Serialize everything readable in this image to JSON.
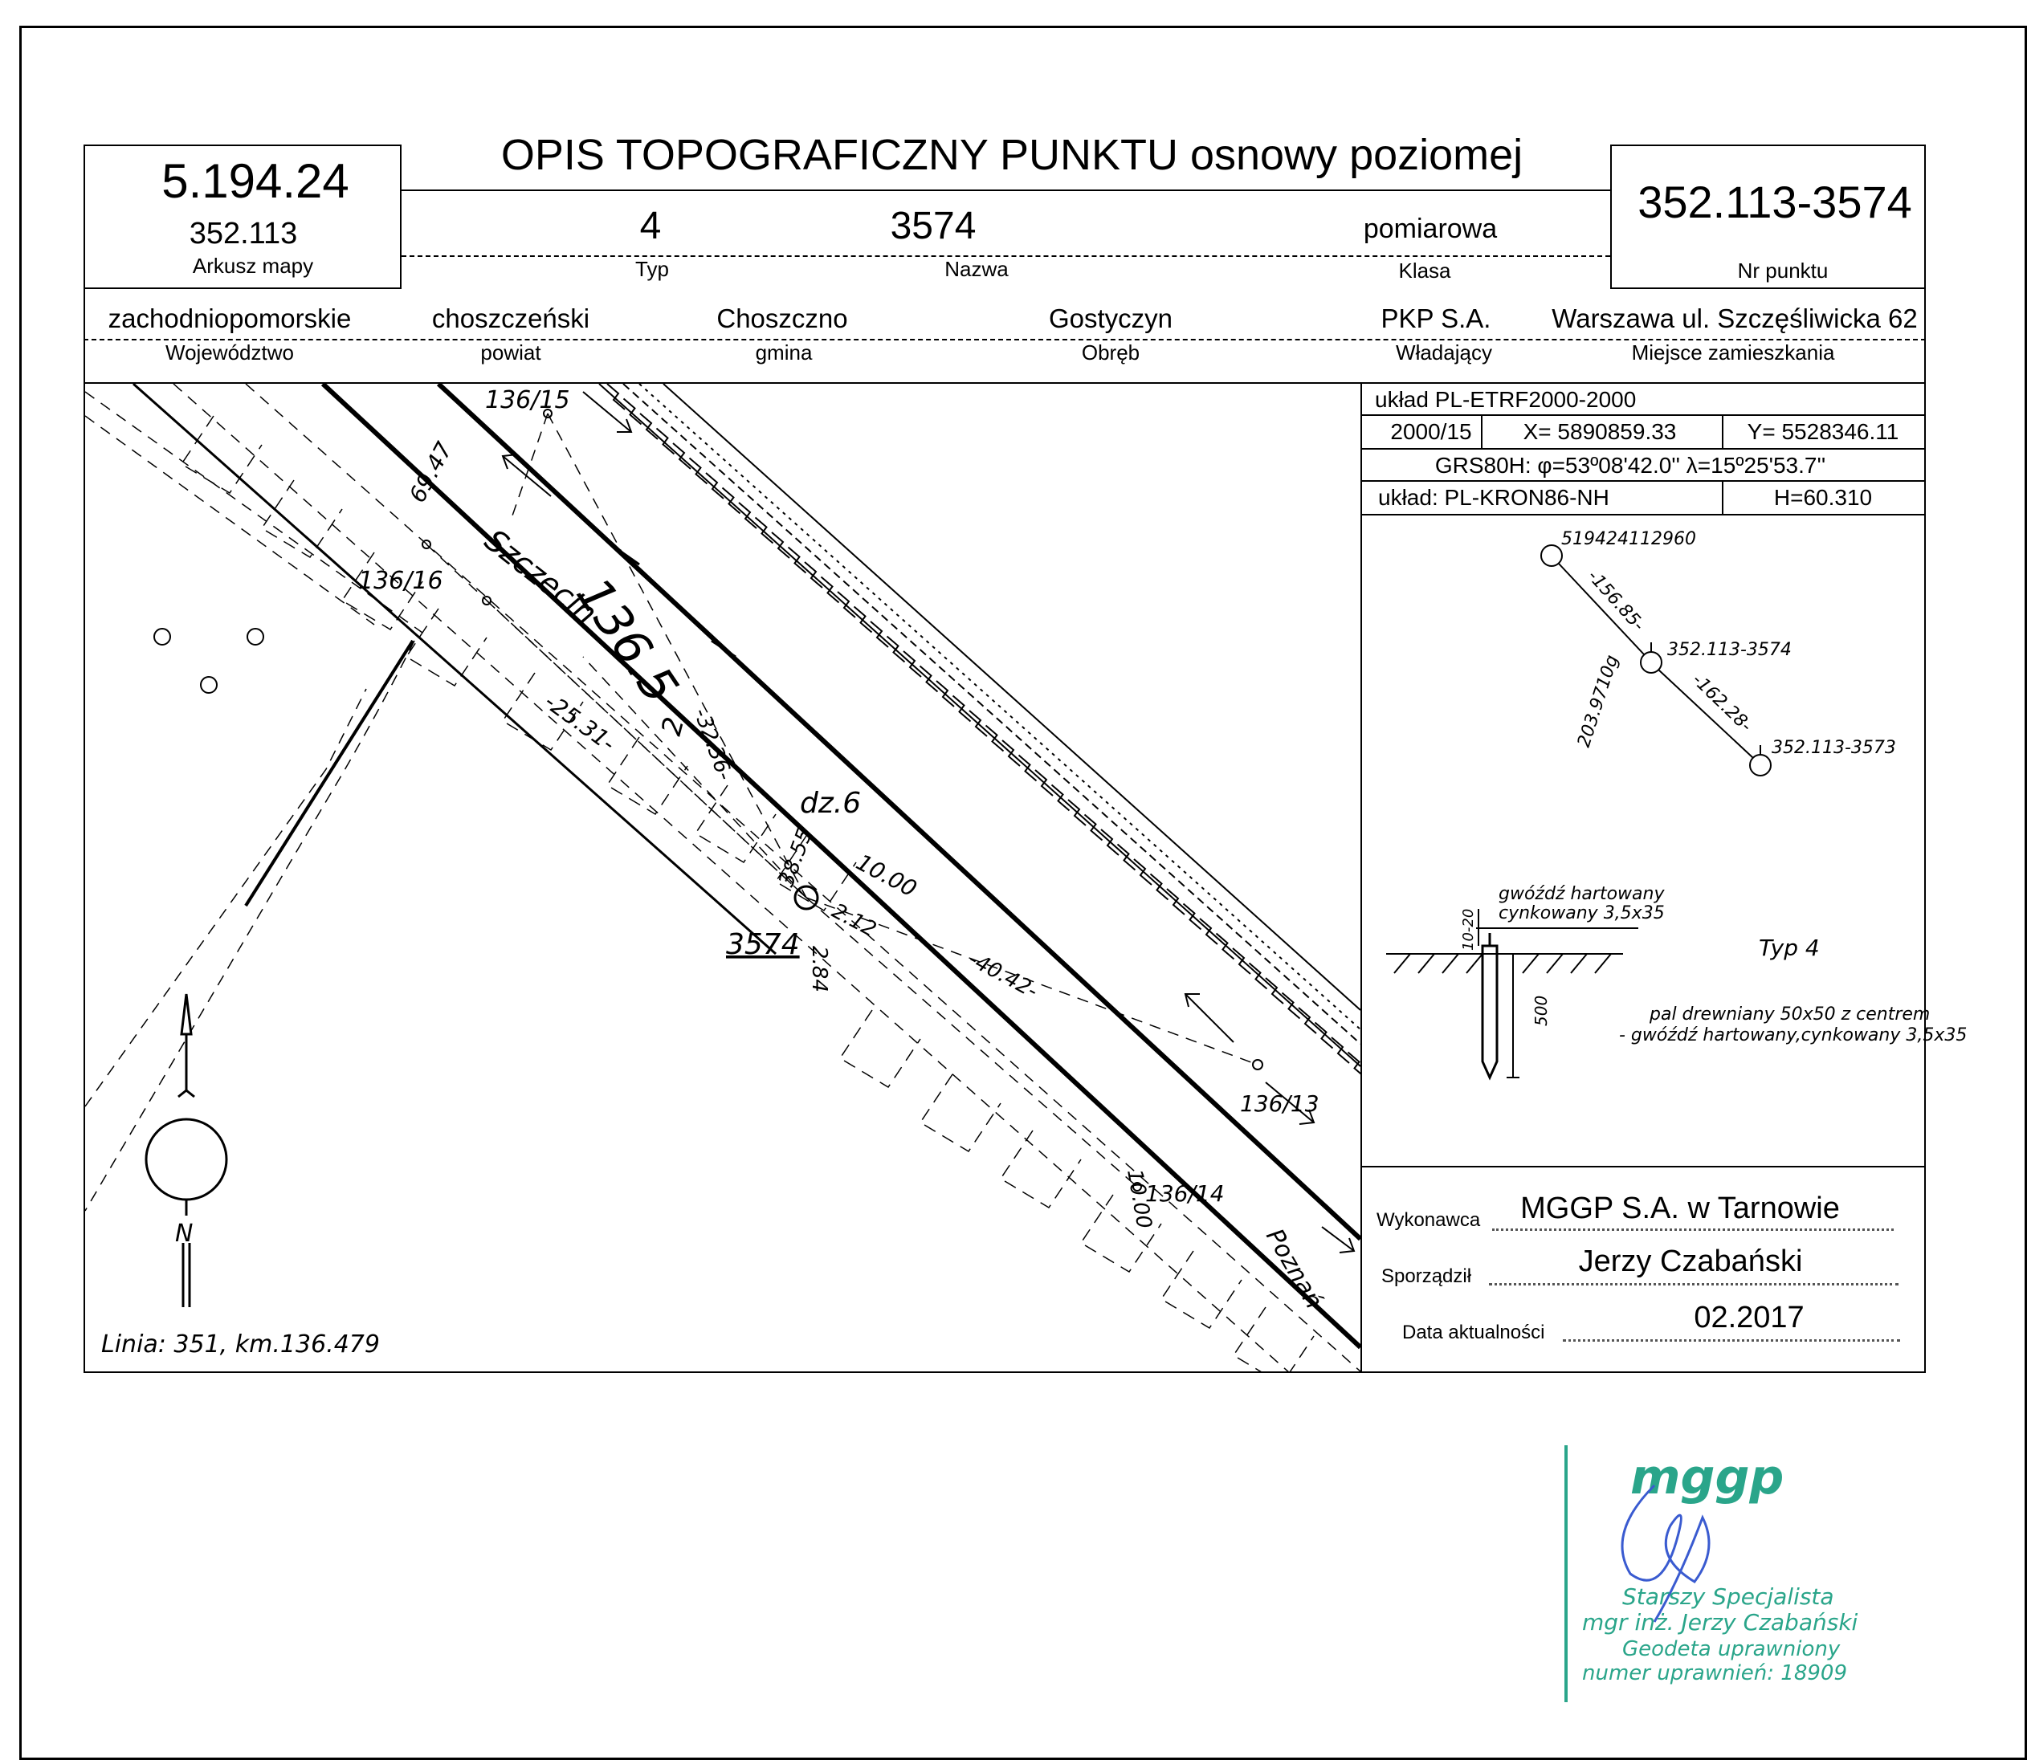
{
  "title": "OPIS TOPOGRAFICZNY PUNKTU osnowy poziomej",
  "sheet": {
    "number_big": "5.194.24",
    "number_small": "352.113",
    "label": "Arkusz mapy"
  },
  "point": {
    "typ_value": "4",
    "typ_label": "Typ",
    "nazwa_value": "3574",
    "nazwa_label": "Nazwa",
    "klasa_value": "pomiarowa",
    "klasa_label": "Klasa",
    "nr_value": "352.113-3574",
    "nr_label": "Nr punktu"
  },
  "admin": {
    "wojewodztwo_value": "zachodniopomorskie",
    "wojewodztwo_label": "Województwo",
    "powiat_value": "choszczeński",
    "powiat_label": "powiat",
    "gmina_value": "Choszczno",
    "gmina_label": "gmina",
    "obreb_value": "Gostyczyn",
    "obreb_label": "Obręb",
    "wladajacy_value": "PKP S.A.",
    "wladajacy_label": "Władający",
    "miejsce_value": "Warszawa ul. Szczęśliwicka 62",
    "miejsce_label": "Miejsce zamieszkania"
  },
  "coords": {
    "uklad": "układ PL-ETRF2000-2000",
    "zone": "2000/15",
    "x": "X= 5890859.33",
    "y": "Y= 5528346.11",
    "grs": "GRS80H: φ=53º08'42.0'' λ=15º25'53.7''",
    "uklad_h": "układ: PL-KRON86-NH",
    "h": "H=60.310"
  },
  "sketch": {
    "p1": "519424112960",
    "d1": "-156.85-",
    "p2": "352.113-3574",
    "d2": "-162.28-",
    "angle": "203.9710g",
    "p3": "352.113-3573",
    "nail_label_1": "gwóźdź hartowany",
    "nail_label_2": "cynkowany 3,5x35",
    "dim_top": "10-20",
    "dim_depth": "500",
    "typ": "Typ 4",
    "pal_1": "pal drewniany 50x50 z centrem",
    "pal_2": "- gwóźdź hartowany,cynkowany 3,5x35"
  },
  "map": {
    "labels": [
      "136/15",
      "136/16",
      "69.47",
      "Szczecin",
      "136.5",
      "-25.31-",
      "-32.36-",
      "2",
      "dz.6",
      "38.55",
      "10.00",
      "2.12",
      "2.84",
      "3574",
      "-40.42-",
      "136/13",
      "10.00",
      "136/14",
      "Poznań",
      "N"
    ],
    "footer": "Linia: 351, km.136.479"
  },
  "signatures": {
    "wykonawca_label": "Wykonawca",
    "wykonawca_value": "MGGP S.A.  w Tarnowie",
    "sporzadzil_label": "Sporządził",
    "sporzadzil_value": "Jerzy Czabański",
    "data_label": "Data aktualności",
    "data_value": "02.2017"
  },
  "stamp": {
    "logo": "mggp",
    "line1": "Starszy Specjalista",
    "line2": "mgr inż. Jerzy Czabański",
    "line3": "Geodeta uprawniony",
    "line4": "numer uprawnień: 18909",
    "color": "#2aa58a"
  }
}
